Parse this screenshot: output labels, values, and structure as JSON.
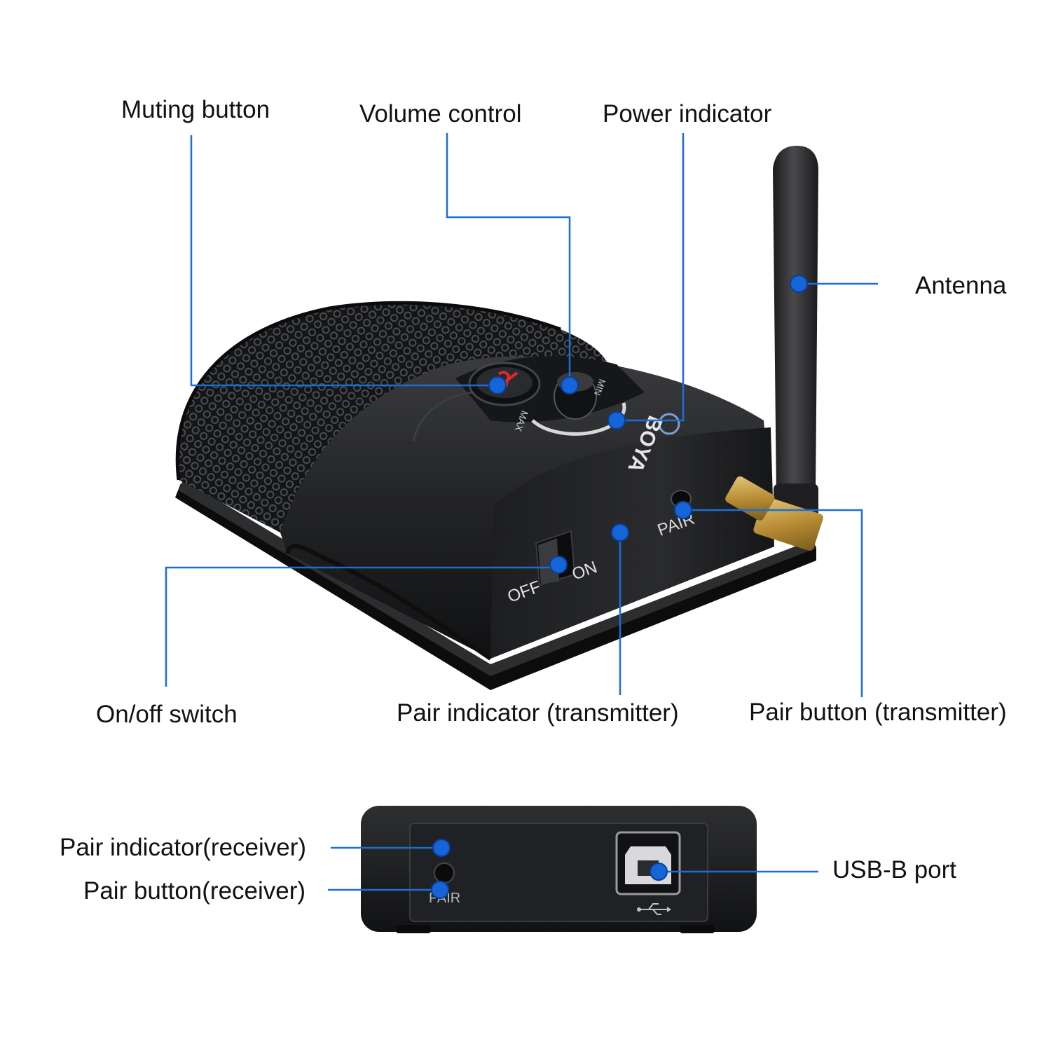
{
  "labels": {
    "muting_button": "Muting button",
    "volume_control": "Volume control",
    "power_indicator": "Power indicator",
    "antenna": "Antenna",
    "on_off_switch": "On/off switch",
    "pair_indicator_transmitter": "Pair indicator (transmitter)",
    "pair_button_transmitter": "Pair button (transmitter)",
    "pair_indicator_receiver": "Pair indicator(receiver)",
    "pair_button_receiver": "Pair button(receiver)",
    "usb_b_port": "USB-B port"
  },
  "device_markings": {
    "brand": "BOYA",
    "off": "OFF",
    "on": "ON",
    "pair_transmitter": "PAIR",
    "pair_receiver": "PAIR",
    "max": "MAX",
    "min": "MIN"
  },
  "colors": {
    "leader_line": "#1a6fd6",
    "marker": "#1565d8",
    "device_body": "#1c1d1f",
    "grille": "#2a2b2d",
    "antenna": "#2b2b2d",
    "connector": "#c9a24a",
    "label_text": "#111111"
  },
  "icons": {
    "usb": "usb-icon",
    "mute": "mic-mute-icon",
    "logo": "boya-logo-icon"
  }
}
